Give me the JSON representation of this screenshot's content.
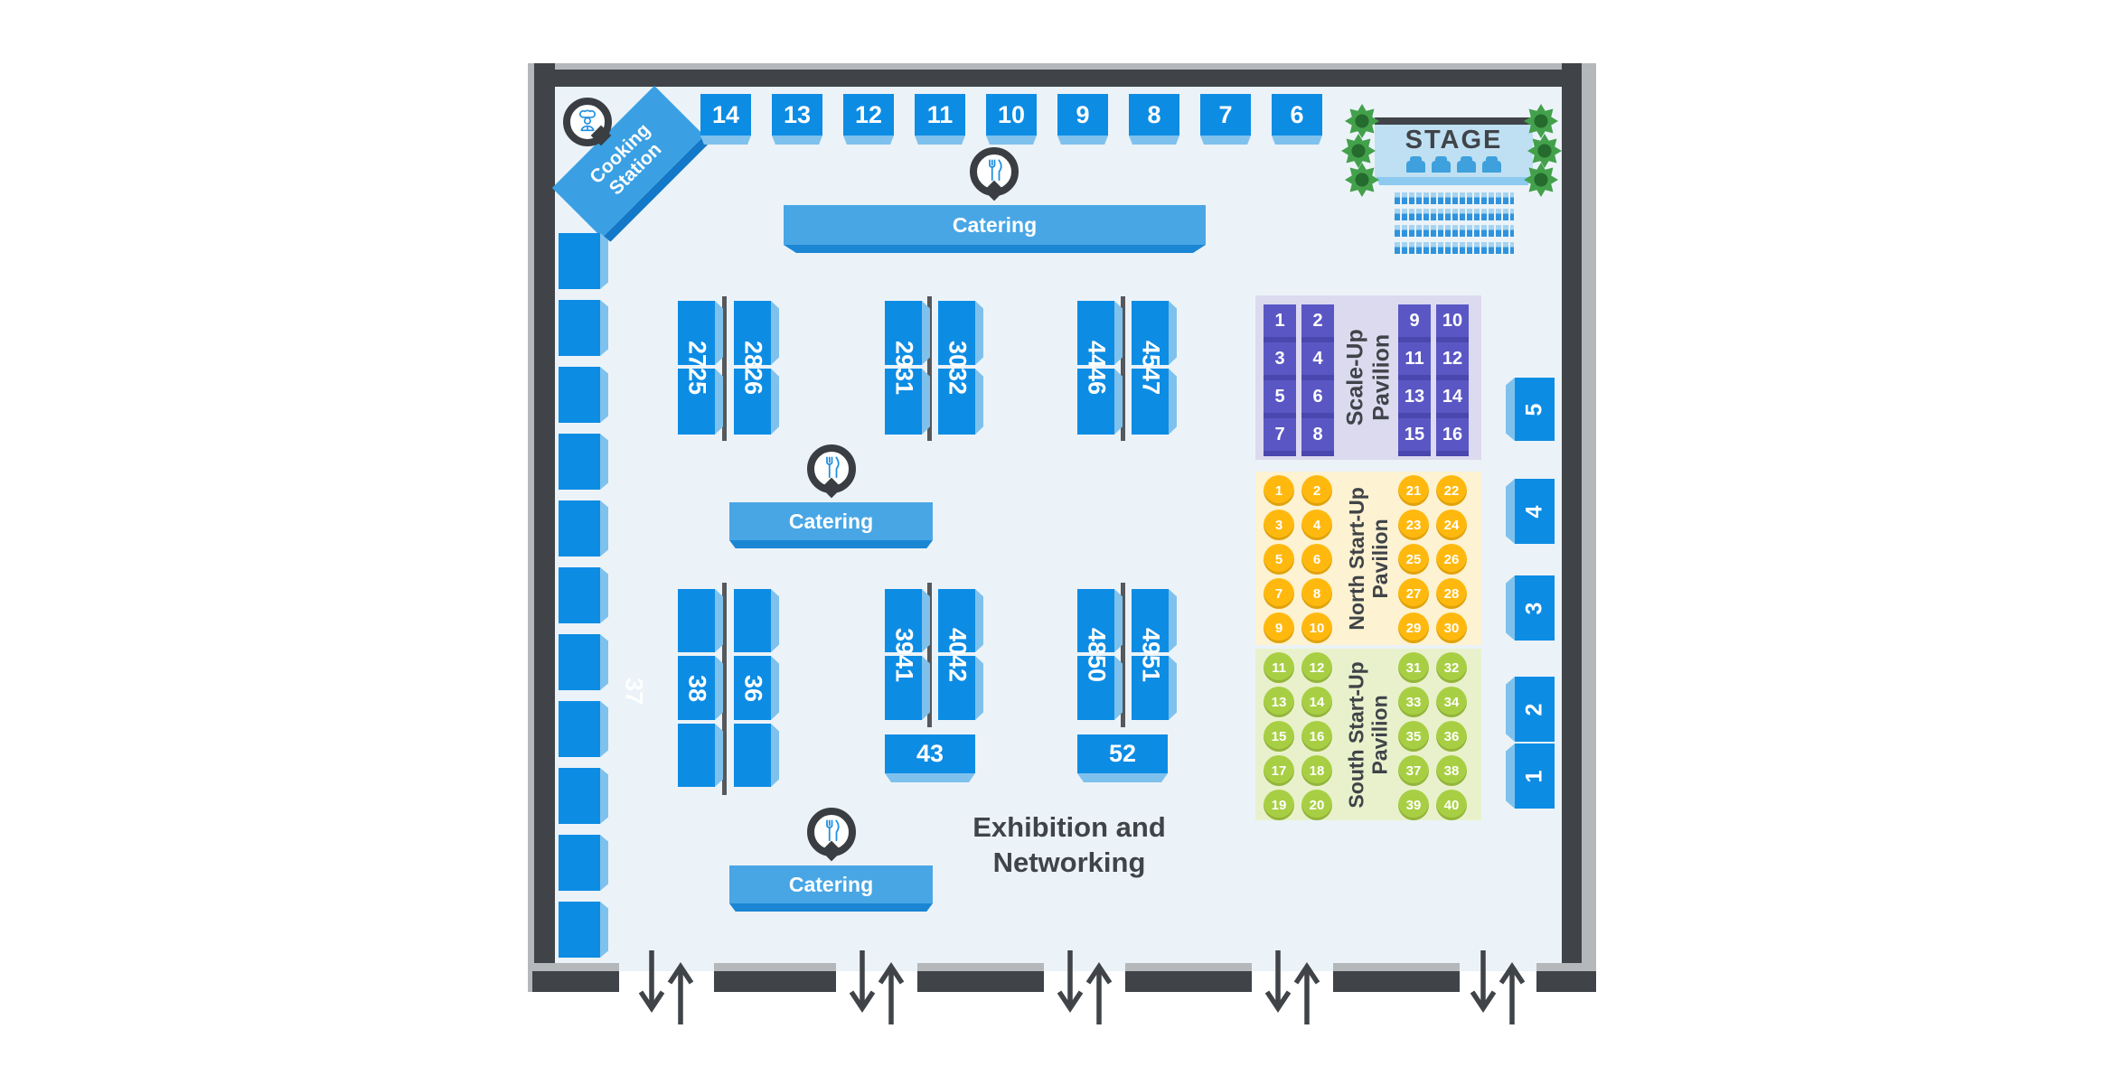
{
  "colors": {
    "wall": "#404449",
    "rim": "#b5b8ba",
    "floor": "#ebf3f8",
    "blue": "#0d8ce4",
    "blue_flap": "#7fc1ed",
    "cat": "#49a6e5",
    "cat_flap": "#1b86d3",
    "cook": "#3aa0e3",
    "cook_flap": "#1478c8",
    "stage_bg": "#bfe0f2",
    "stage_flap": "#8ccaf0",
    "chair": "#3ea0dc",
    "purple_bg": "#dcdaef",
    "purple": "#5a57c4",
    "purple_flap": "#4a47ae",
    "yellow_bg": "#fdf2d1",
    "orange": "#ffb90e",
    "green_bg": "#e9f1cc",
    "green": "#a8cf44",
    "ink": "#404449",
    "pin": "#3a3e42",
    "icon": "#1e8fe0",
    "divider": "#55585c",
    "plant": "#43a04b",
    "plant_dark": "#256b2e"
  },
  "stage": {
    "label": "STAGE"
  },
  "cooking_station": {
    "label": "Cooking Station"
  },
  "catering": {
    "label": "Catering"
  },
  "exhibition_text": "Exhibition and Networking",
  "floating_booth_label": "37",
  "top_wall_booths": [
    "14",
    "13",
    "12",
    "11",
    "10",
    "9",
    "8",
    "7",
    "6"
  ],
  "right_wall_booths": [
    "5",
    "4",
    "3",
    "2",
    "1"
  ],
  "left_wall_booths": {
    "count": 11
  },
  "booth_pairs": [
    [
      "2725",
      "2826"
    ],
    [
      "2931",
      "3032"
    ],
    [
      "4446",
      "4547"
    ],
    [
      "38",
      "36"
    ],
    [
      "3941",
      "4042"
    ],
    [
      "4850",
      "4951"
    ]
  ],
  "end_booths": [
    "43",
    "52"
  ],
  "pavilions": {
    "scale_up": {
      "label": [
        "Scale-Up",
        "Pavilion"
      ],
      "left_numbers": [
        1,
        2,
        3,
        4,
        5,
        6,
        7,
        8
      ],
      "right_numbers": [
        9,
        10,
        11,
        12,
        13,
        14,
        15,
        16
      ]
    },
    "north": {
      "label": [
        "North Start-Up",
        "Pavilion"
      ],
      "left_numbers": [
        1,
        2,
        3,
        4,
        5,
        6,
        7,
        8,
        9,
        10
      ],
      "right_numbers": [
        21,
        22,
        23,
        24,
        25,
        26,
        27,
        28,
        29,
        30
      ]
    },
    "south": {
      "label": [
        "South Start-Up",
        "Pavilion"
      ],
      "left_numbers": [
        11,
        12,
        13,
        14,
        15,
        16,
        17,
        18,
        19,
        20
      ],
      "right_numbers": [
        31,
        32,
        33,
        34,
        35,
        36,
        37,
        38,
        39,
        40
      ]
    }
  },
  "entrances": {
    "count": 5
  }
}
